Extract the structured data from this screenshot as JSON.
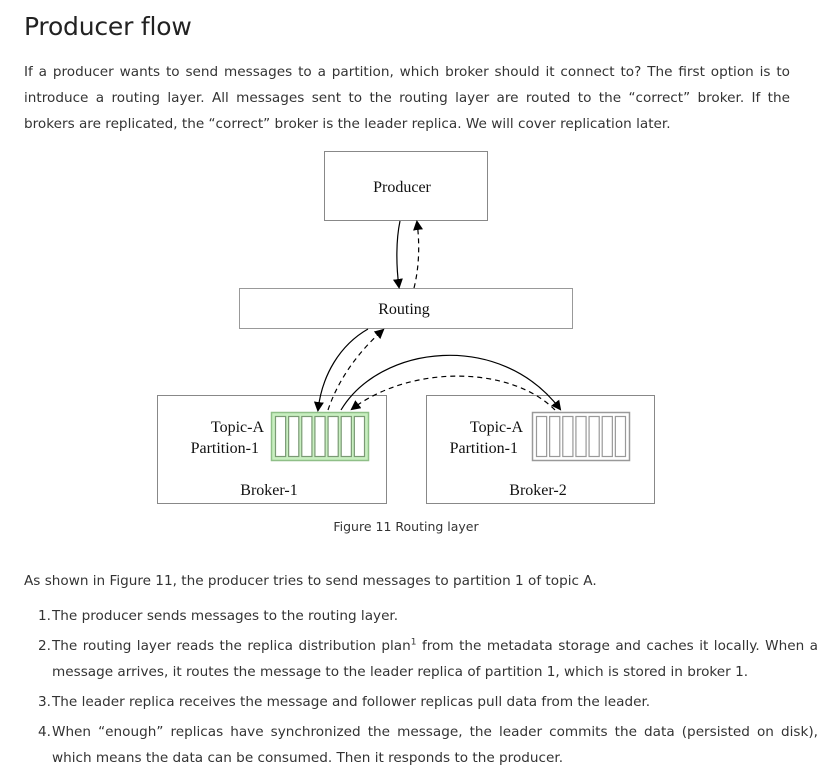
{
  "heading": "Producer flow",
  "intro": "If a producer wants to send messages to a partition, which broker should it connect to? The first option is to introduce a routing layer. All messages sent to the routing layer are routed to the “correct” broker. If the brokers are replicated, the “correct” broker is the leader replica. We will cover replication later.",
  "figure": {
    "producer_label": "Producer",
    "routing_label": "Routing",
    "broker1": {
      "topic_label": "Topic-A",
      "partition_label": "Partition-1",
      "broker_label": "Broker-1",
      "highlighted": true
    },
    "broker2": {
      "topic_label": "Topic-A",
      "partition_label": "Partition-1",
      "broker_label": "Broker-2",
      "highlighted": false
    },
    "partition_slots": 7,
    "colors": {
      "leader_fill": "#c8efc0",
      "leader_stroke": "#8fbf88",
      "follower_stroke": "#999999",
      "box_stroke": "#888888"
    },
    "caption": "Figure 11 Routing layer"
  },
  "lead": "As shown in Figure 11, the producer tries to send messages to partition 1 of topic A.",
  "steps": [
    {
      "num": "1.",
      "text": "The producer sends messages to the routing layer."
    },
    {
      "num": "2.",
      "text_before": "The routing layer reads the replica distribution plan",
      "sup": "1",
      "text_after": " from the metadata storage and caches it locally. When a message arrives, it routes the message to the leader replica of partition 1, which is stored in broker 1."
    },
    {
      "num": "3.",
      "text": "The leader replica receives the message and follower replicas pull data from the leader."
    },
    {
      "num": "4.",
      "text": "When “enough” replicas have synchronized the message, the leader commits the data (persisted on disk), which means the data can be consumed. Then it responds to the producer."
    }
  ]
}
